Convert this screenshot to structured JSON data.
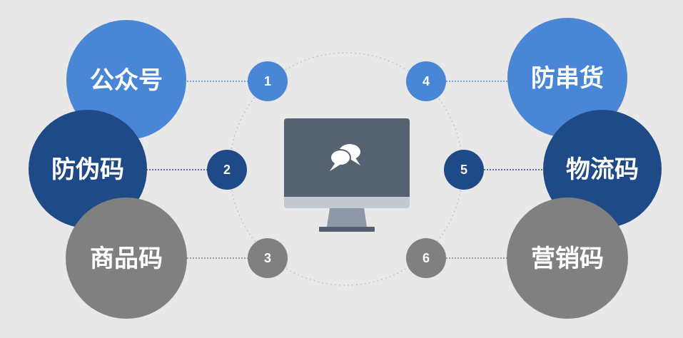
{
  "features": {
    "left": [
      {
        "number": "1",
        "label": "公众号",
        "color": "#4a86d6"
      },
      {
        "number": "2",
        "label": "防伪码",
        "color": "#1e4a87"
      },
      {
        "number": "3",
        "label": "商品码",
        "color": "#808080"
      }
    ],
    "right": [
      {
        "number": "4",
        "label": "防串货",
        "color": "#4a86d6"
      },
      {
        "number": "5",
        "label": "物流码",
        "color": "#1e4a87"
      },
      {
        "number": "6",
        "label": "营销码",
        "color": "#808080"
      }
    ]
  },
  "center": {
    "icon": "chat-bubbles-icon",
    "device": "monitor-icon"
  },
  "colors": {
    "background": "#e8e8e8",
    "monitor_screen": "#566272",
    "monitor_bezel": "#c3c9d3",
    "monitor_stand": "#8e98a8",
    "monitor_base": "#555f6f"
  }
}
